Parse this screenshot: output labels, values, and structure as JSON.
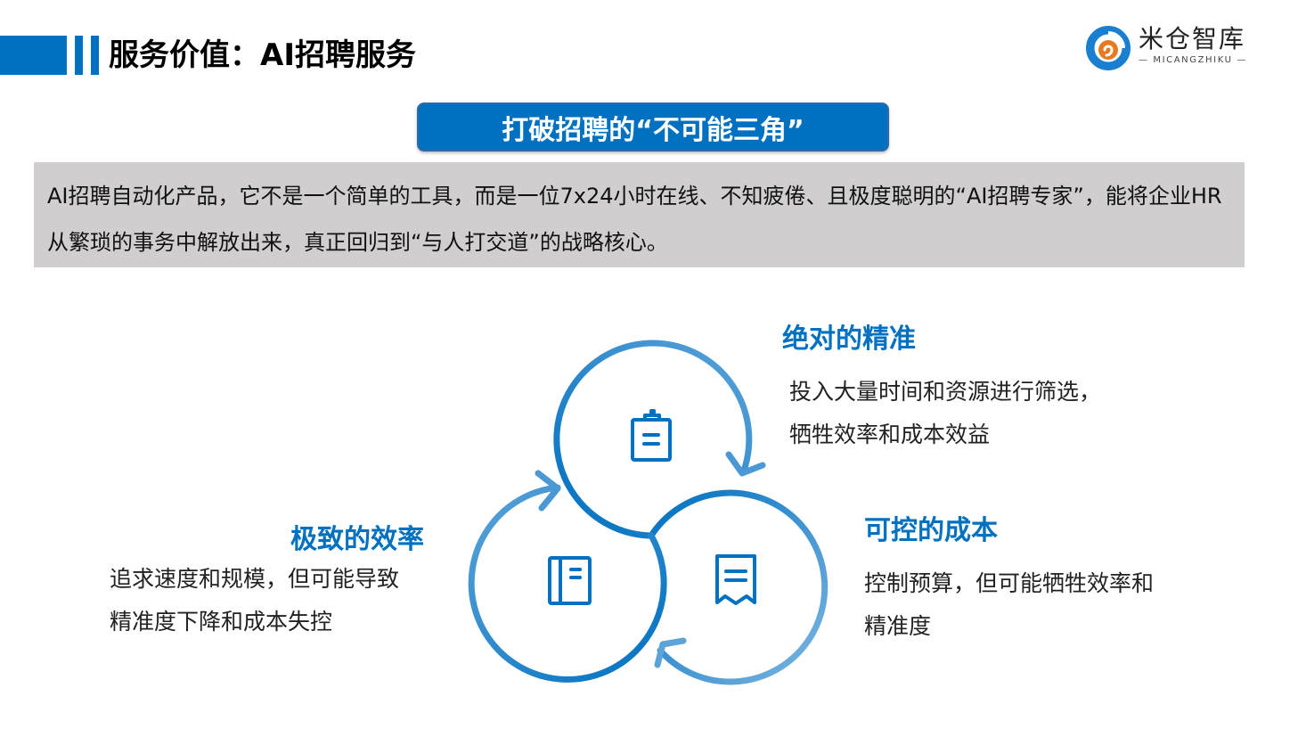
{
  "header": {
    "title": "服务价值：AI招聘服务",
    "accent_color": "#0070C0"
  },
  "logo": {
    "name_cn": "米仓智库",
    "name_en": "— MICANGZHIKU —",
    "icon": "swirl-logo-icon"
  },
  "banner": {
    "text": "打破招聘的“不可能三角”"
  },
  "intro": {
    "text": "AI招聘自动化产品，它不是一个简单的工具，而是一位7x24小时在线、不知疲倦、且极度聪明的“AI招聘专家”，能将企业HR从繁琐的事务中解放出来，真正回归到“与人打交道”的战略核心。"
  },
  "triangle": {
    "nodes": [
      {
        "key": "precision",
        "title": "绝对的精准",
        "icon": "clipboard-icon",
        "desc_lines": [
          "投入大量时间和资源进行筛选，",
          "牺牲效率和成本效益"
        ]
      },
      {
        "key": "cost",
        "title": "可控的成本",
        "icon": "receipt-icon",
        "desc_lines": [
          "控制预算，但可能牺牲效率和",
          "精准度"
        ]
      },
      {
        "key": "efficiency",
        "title": "极致的效率",
        "icon": "notebook-icon",
        "desc_lines": [
          "追求速度和规模，但可能导致",
          "精准度下降和成本失控"
        ]
      }
    ],
    "colors": {
      "dark": "#0070C0",
      "light": "#5BA3D9"
    }
  }
}
